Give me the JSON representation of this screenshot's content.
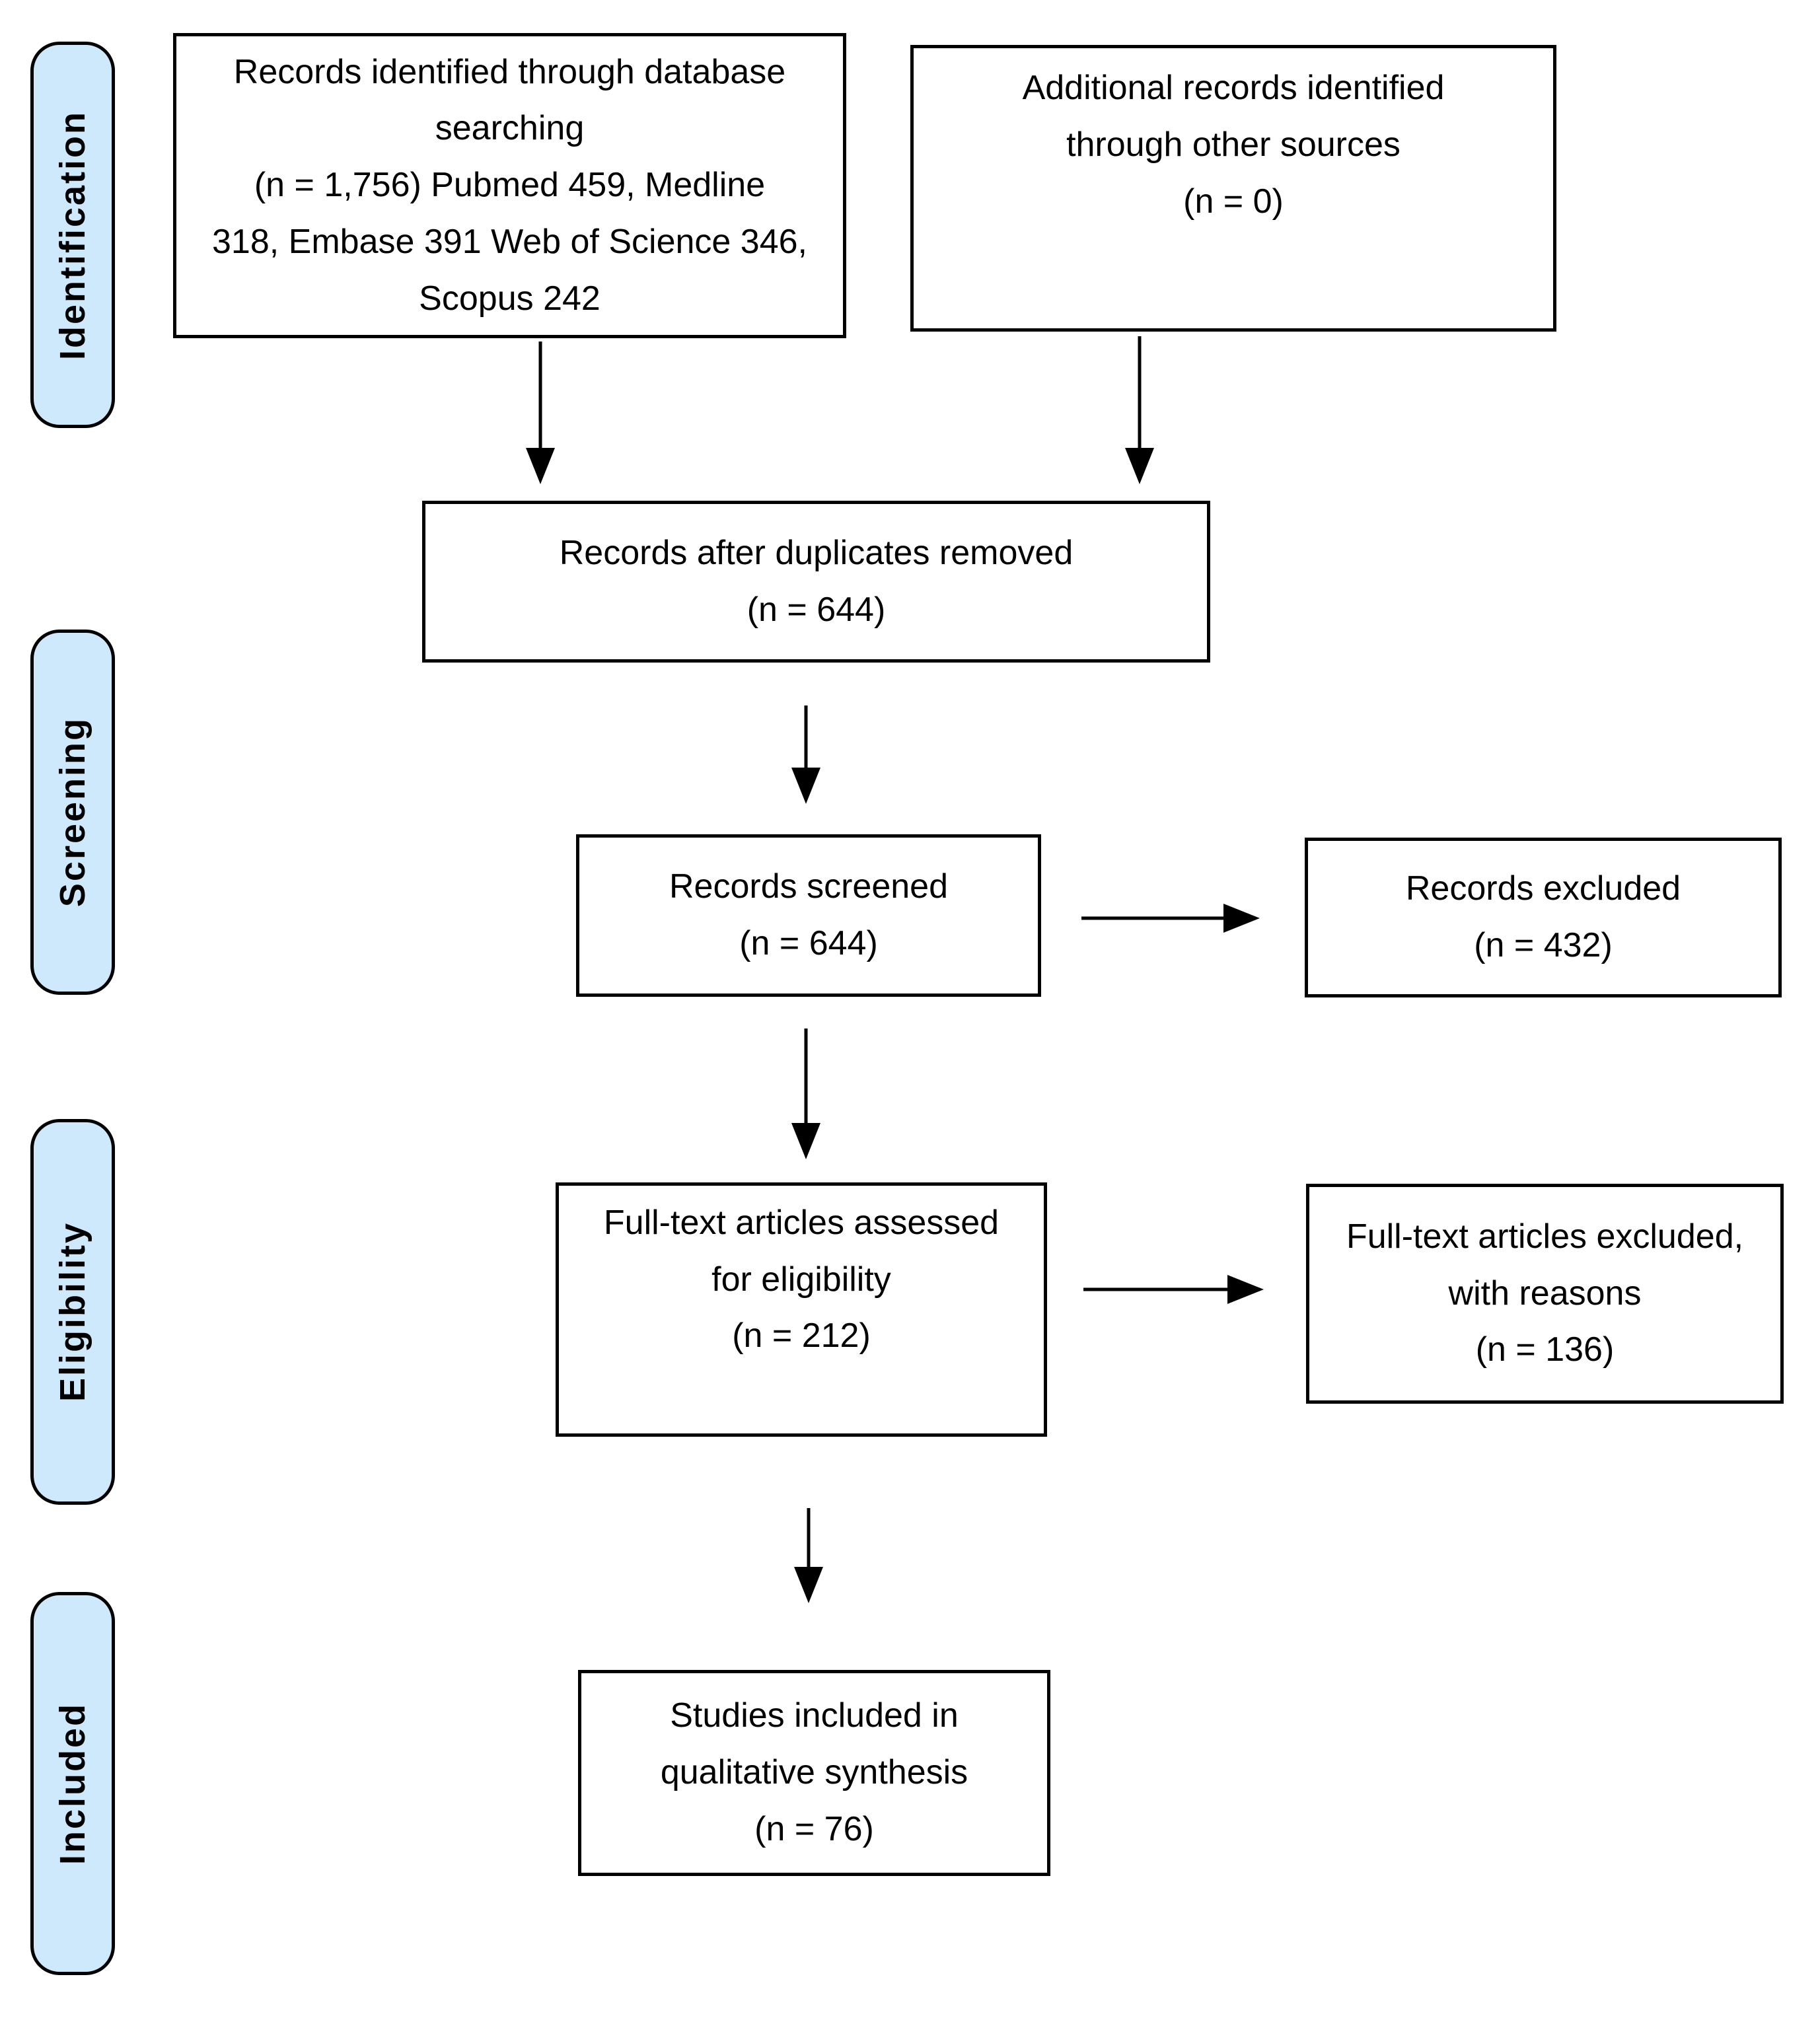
{
  "figure": {
    "type": "PRISMA flow diagram"
  },
  "stages": [
    {
      "label": "Identification"
    },
    {
      "label": "Screening"
    },
    {
      "label": "Eligibility"
    },
    {
      "label": "Included"
    }
  ],
  "boxes": {
    "identified": {
      "text": "Records identified through database\nsearching\n(n = 1,756) Pubmed 459, Medline\n318, Embase 391 Web of Science 346,\nScopus 242"
    },
    "additional": {
      "text": "Additional records identified\nthrough other sources\n(n = 0)"
    },
    "deduplicated": {
      "text": "Records after duplicates removed\n(n = 644)"
    },
    "screened": {
      "text": "Records screened\n(n = 644)"
    },
    "excluded": {
      "text": "Records excluded\n(n = 432)"
    },
    "fulltext": {
      "text": "Full-text articles assessed\nfor eligibility\n(n = 212)"
    },
    "fulltext_excluded": {
      "text": "Full-text articles excluded,\nwith reasons\n(n = 136)"
    },
    "included": {
      "text": "Studies included in\nqualitative synthesis\n(n = 76)"
    }
  },
  "edges": [
    {
      "from": "records-identified",
      "to": "records-after-duplicates"
    },
    {
      "from": "additional-records",
      "to": "records-after-duplicates"
    },
    {
      "from": "records-after-duplicates",
      "to": "records-screened"
    },
    {
      "from": "records-screened",
      "to": "records-excluded"
    },
    {
      "from": "records-screened",
      "to": "fulltext-assessed"
    },
    {
      "from": "fulltext-assessed",
      "to": "fulltext-excluded"
    },
    {
      "from": "fulltext-assessed",
      "to": "studies-included"
    }
  ],
  "colors": {
    "stage_fill": "#cfe9fc",
    "box_fill": "#ffffff",
    "line": "#000000"
  }
}
